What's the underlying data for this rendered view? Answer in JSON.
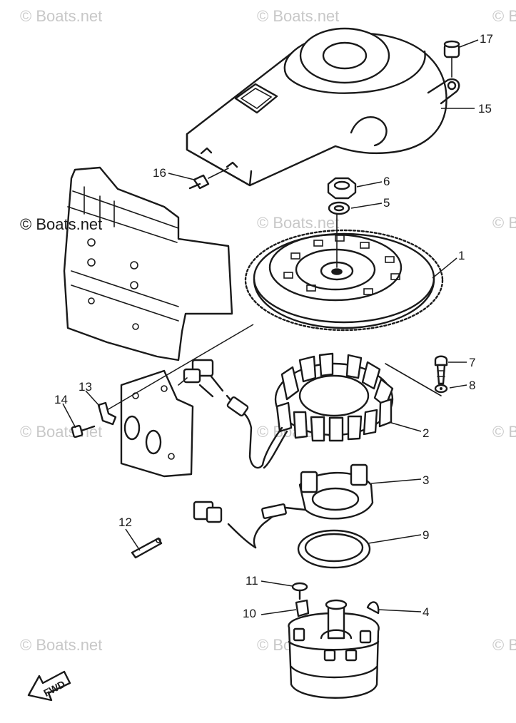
{
  "watermark": {
    "text": "© Boats.net",
    "color": "#c8c8c8"
  },
  "fwd_label": "FWD",
  "callouts": {
    "p1": "1",
    "p2": "2",
    "p3": "3",
    "p4": "4",
    "p5": "5",
    "p6": "6",
    "p7": "7",
    "p8": "8",
    "p9": "9",
    "p10": "10",
    "p11": "11",
    "p12": "12",
    "p13": "13",
    "p14": "14",
    "p15": "15",
    "p16": "16",
    "p17": "17"
  }
}
